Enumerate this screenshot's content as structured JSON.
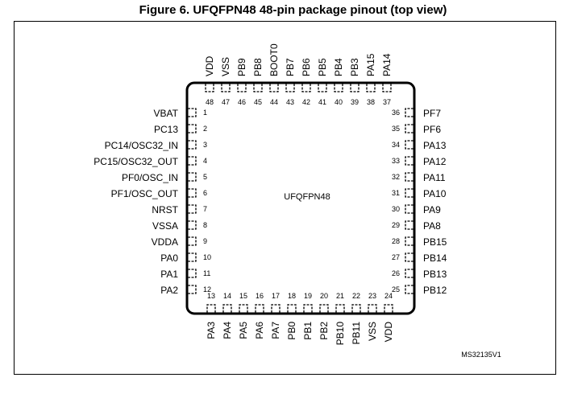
{
  "figure_title": "Figure 6. UFQFPN48 48-pin package pinout (top view)",
  "package_label": "UFQFPN48",
  "drawing_code": "MS32135V1",
  "pins_left": [
    {
      "number": "1",
      "name": "VBAT"
    },
    {
      "number": "2",
      "name": "PC13"
    },
    {
      "number": "3",
      "name": "PC14/OSC32_IN"
    },
    {
      "number": "4",
      "name": "PC15/OSC32_OUT"
    },
    {
      "number": "5",
      "name": "PF0/OSC_IN"
    },
    {
      "number": "6",
      "name": "PF1/OSC_OUT"
    },
    {
      "number": "7",
      "name": "NRST"
    },
    {
      "number": "8",
      "name": "VSSA"
    },
    {
      "number": "9",
      "name": "VDDA"
    },
    {
      "number": "10",
      "name": "PA0"
    },
    {
      "number": "11",
      "name": "PA1"
    },
    {
      "number": "12",
      "name": "PA2"
    }
  ],
  "pins_bottom": [
    {
      "number": "13",
      "name": "PA3"
    },
    {
      "number": "14",
      "name": "PA4"
    },
    {
      "number": "15",
      "name": "PA5"
    },
    {
      "number": "16",
      "name": "PA6"
    },
    {
      "number": "17",
      "name": "PA7"
    },
    {
      "number": "18",
      "name": "PB0"
    },
    {
      "number": "19",
      "name": "PB1"
    },
    {
      "number": "20",
      "name": "PB2"
    },
    {
      "number": "21",
      "name": "PB10"
    },
    {
      "number": "22",
      "name": "PB11"
    },
    {
      "number": "23",
      "name": "VSS"
    },
    {
      "number": "24",
      "name": "VDD"
    }
  ],
  "pins_right": [
    {
      "number": "36",
      "name": "PF7"
    },
    {
      "number": "35",
      "name": "PF6"
    },
    {
      "number": "34",
      "name": "PA13"
    },
    {
      "number": "33",
      "name": "PA12"
    },
    {
      "number": "32",
      "name": "PA11"
    },
    {
      "number": "31",
      "name": "PA10"
    },
    {
      "number": "30",
      "name": "PA9"
    },
    {
      "number": "29",
      "name": "PA8"
    },
    {
      "number": "28",
      "name": "PB15"
    },
    {
      "number": "27",
      "name": "PB14"
    },
    {
      "number": "26",
      "name": "PB13"
    },
    {
      "number": "25",
      "name": "PB12"
    }
  ],
  "pins_top": [
    {
      "number": "48",
      "name": "VDD"
    },
    {
      "number": "47",
      "name": "VSS"
    },
    {
      "number": "46",
      "name": "PB9"
    },
    {
      "number": "45",
      "name": "PB8"
    },
    {
      "number": "44",
      "name": "BOOT0"
    },
    {
      "number": "43",
      "name": "PB7"
    },
    {
      "number": "42",
      "name": "PB6"
    },
    {
      "number": "41",
      "name": "PB5"
    },
    {
      "number": "40",
      "name": "PB4"
    },
    {
      "number": "39",
      "name": "PB3"
    },
    {
      "number": "38",
      "name": "PA15"
    },
    {
      "number": "37",
      "name": "PA14"
    }
  ]
}
